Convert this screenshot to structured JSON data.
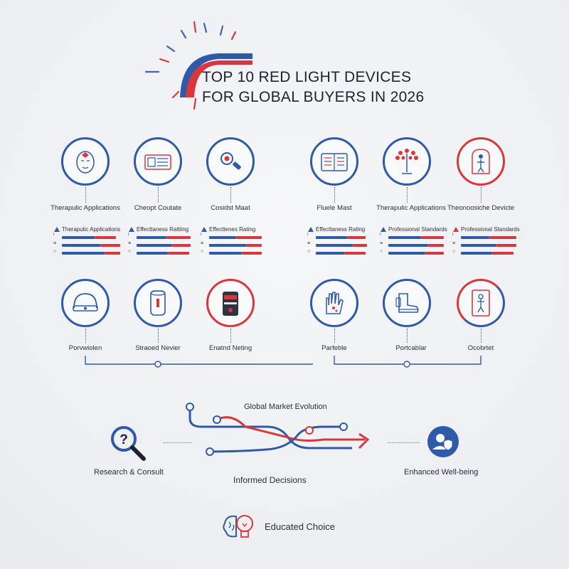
{
  "title": {
    "line1": "TOP 10 RED LIGHT DEVICES",
    "line2": "FOR GLOBAL BUYERS IN 2026"
  },
  "colors": {
    "blue": "#2f5aa8",
    "red": "#d8383c",
    "dark": "#1e2230"
  },
  "row1": [
    {
      "label": "Therapulic Applications",
      "icon": "face-mask-icon"
    },
    {
      "label": "Cheopt Coutate",
      "icon": "control-panel-icon"
    },
    {
      "label": "Cosidst Maat",
      "icon": "magnifier-device-icon"
    },
    {
      "label": "Fluele Mast",
      "icon": "panel-screen-icon"
    },
    {
      "label": "Therapulic Applications",
      "icon": "floor-lamp-icon"
    },
    {
      "label": "Theonoosiche Devicte",
      "icon": "body-pod-icon"
    }
  ],
  "ratings": [
    {
      "label": "Therapulic Applications"
    },
    {
      "label": "Effecttaness Rattiing"
    },
    {
      "label": "Effecttenes Rating"
    },
    {
      "label": "Effecttaness Rating"
    },
    {
      "label": "Professional Standards"
    },
    {
      "label": "Professional Standards"
    }
  ],
  "row2": [
    {
      "label": "Porvwiolen",
      "icon": "headband-icon"
    },
    {
      "label": "Straoed Nevier",
      "icon": "cylinder-device-icon"
    },
    {
      "label": "Enatnd Neting",
      "icon": "canister-device-icon"
    },
    {
      "label": "Parfeble",
      "icon": "glove-icon"
    },
    {
      "label": "Portcablar",
      "icon": "boot-icon"
    },
    {
      "label": "Ocobrtet",
      "icon": "full-body-panel-icon"
    }
  ],
  "flow": {
    "research": "Research & Consult",
    "market": "Global Market Evolution",
    "decisions": "Informed Decisions",
    "wellbeing": "Enhanced Well-being",
    "choice": "Educated Choice"
  }
}
